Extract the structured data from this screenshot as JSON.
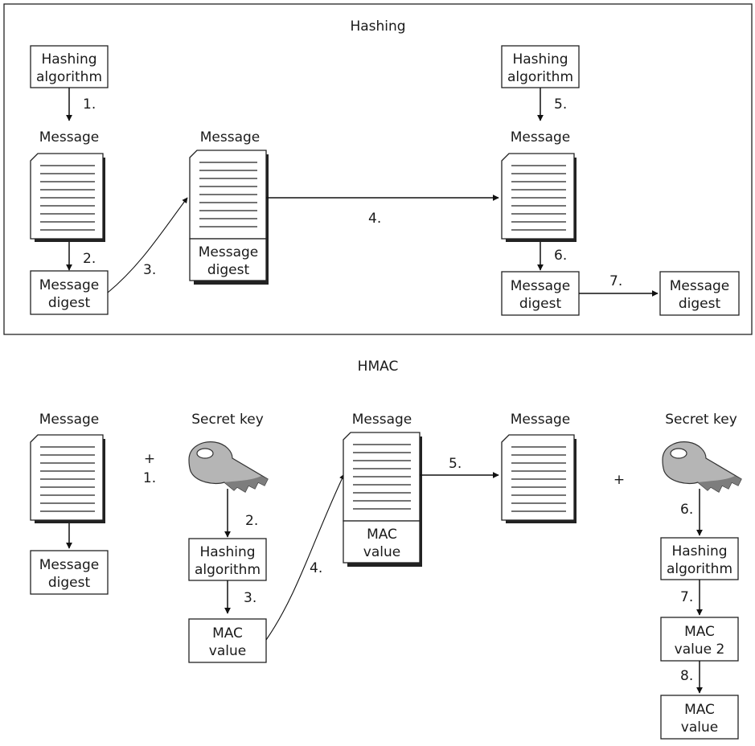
{
  "sections": {
    "hashing": "Hashing",
    "hmac": "HMAC"
  },
  "hashing": {
    "labels": {
      "hash_alg_1": [
        "Hashing",
        "algorithm"
      ],
      "message_1": "Message",
      "digest_1": [
        "Message",
        "digest"
      ],
      "message_2": "Message",
      "attached_digest": [
        "Message",
        "digest"
      ],
      "hash_alg_2": [
        "Hashing",
        "algorithm"
      ],
      "message_3": "Message",
      "digest_3": [
        "Message",
        "digest"
      ],
      "digest_4": [
        "Message",
        "digest"
      ]
    },
    "steps": [
      "1.",
      "2.",
      "3.",
      "4.",
      "5.",
      "6.",
      "7."
    ]
  },
  "hmac": {
    "labels": {
      "message_1": "Message",
      "digest_1": [
        "Message",
        "digest"
      ],
      "plus_1": "+",
      "secret_key_1": "Secret key",
      "hash_alg_1": [
        "Hashing",
        "algorithm"
      ],
      "mac_1": [
        "MAC",
        "value"
      ],
      "message_2": "Message",
      "attached_mac": [
        "MAC",
        "value"
      ],
      "message_3": "Message",
      "plus_2": "+",
      "secret_key_2": "Secret key",
      "hash_alg_2": [
        "Hashing",
        "algorithm"
      ],
      "mac_2": [
        "MAC",
        "value 2"
      ],
      "mac_3": [
        "MAC",
        "value"
      ]
    },
    "steps": [
      "1.",
      "2.",
      "3.",
      "4.",
      "5.",
      "6.",
      "7.",
      "8."
    ]
  }
}
